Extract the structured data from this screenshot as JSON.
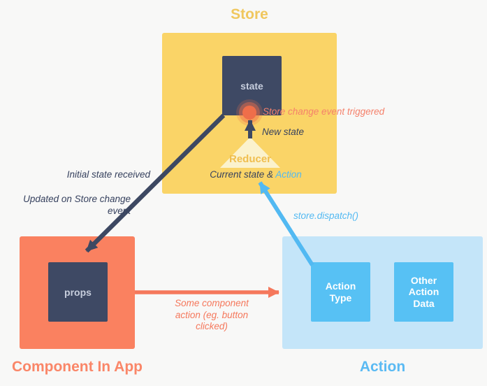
{
  "colors": {
    "background": "#F8F8F7",
    "store_box": "#FAD467",
    "store_title": "#F0C75E",
    "navy_box": "#3E4964",
    "navy_arrow": "#3D4862",
    "box_label_text": "#C7CEDD",
    "dark_label": "#36415E",
    "component_box": "#FA8160",
    "component_title": "#FA8668",
    "orange_accent": "#F5785C",
    "event_label": "#F5816B",
    "action_panel": "#C4E5F9",
    "action_inner_box": "#57C1F4",
    "action_title": "#5ABAF3",
    "blue_accent": "#52B9F2",
    "reducer_triangle": "#FBF2CD",
    "reducer_label": "#F0BE4E",
    "pulse_core": "#EF6E4A",
    "white_text": "#FFFFFF"
  },
  "store": {
    "title": "Store",
    "state_box_label": "state",
    "change_event_annotation": "Store change event triggered",
    "new_state_annotation": "New state",
    "reducer_label": "Reducer",
    "reducer_input_prefix": "Current state &",
    "reducer_input_highlight": "Action"
  },
  "component": {
    "title": "Component In App",
    "props_box_label": "props",
    "initial_state_annotation": "Initial state received",
    "updated_annotation": "Updated on Store change event"
  },
  "action": {
    "title": "Action",
    "action_type_label": "Action Type",
    "other_action_data_label": "Other Action Data",
    "dispatch_annotation": "store.dispatch()"
  },
  "flow": {
    "component_action_annotation": "Some component action (eg. button clicked)"
  }
}
